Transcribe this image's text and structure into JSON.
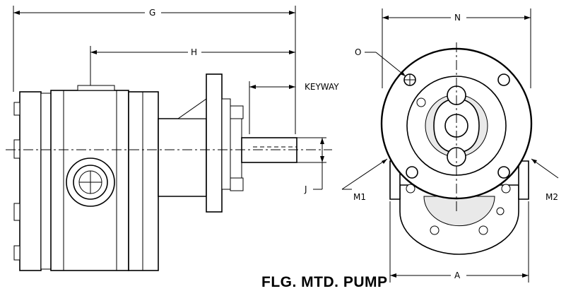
{
  "title": "FLG. MTD. PUMP",
  "dimensions": {
    "g": "G",
    "h": "H",
    "keyway": "KEYWAY",
    "j": "J",
    "m1": "M1",
    "m2": "M2",
    "n": "N",
    "o": "O",
    "a": "A"
  }
}
